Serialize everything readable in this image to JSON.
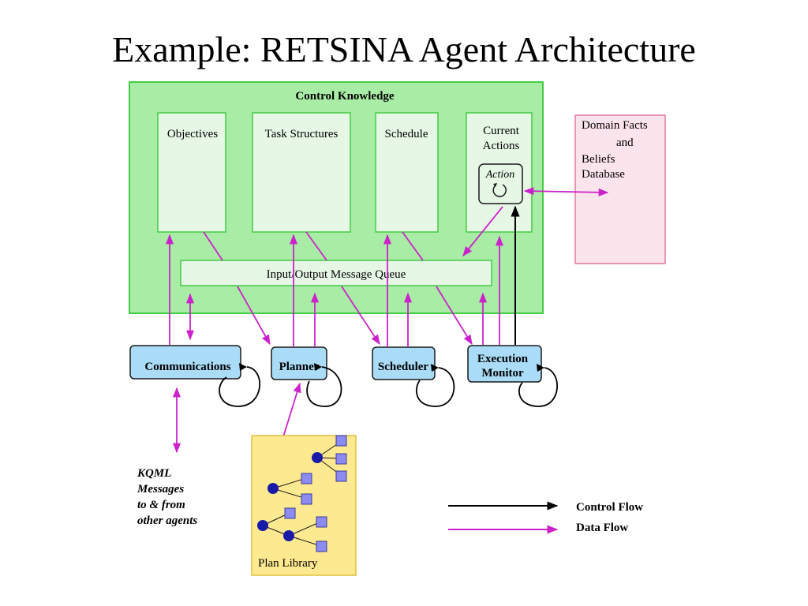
{
  "title": "Example: RETSINA Agent Architecture",
  "control_knowledge": {
    "label": "Control Knowledge",
    "panels": [
      {
        "id": "objectives",
        "label": "Objectives"
      },
      {
        "id": "task-structures",
        "label": "Task Structures"
      },
      {
        "id": "schedule",
        "label": "Schedule"
      },
      {
        "id": "current-actions",
        "label_lines": [
          "Current",
          "Actions"
        ]
      }
    ],
    "action_box": "Action",
    "queue_label": "Input/Output Message Queue"
  },
  "domain_db": {
    "lines": [
      "Domain Facts",
      "and",
      "Beliefs",
      "Database"
    ]
  },
  "modules": [
    {
      "id": "communications",
      "lines": [
        "Communications"
      ]
    },
    {
      "id": "planner",
      "lines": [
        "Planner"
      ]
    },
    {
      "id": "scheduler",
      "lines": [
        "Scheduler"
      ]
    },
    {
      "id": "execution-monitor",
      "lines": [
        "Execution",
        "Monitor"
      ]
    }
  ],
  "kqml_note": {
    "lines": [
      "KQML",
      "Messages",
      "to & from",
      "other agents"
    ]
  },
  "plan_library": {
    "label": "Plan Library"
  },
  "legend": {
    "control_flow": "Control Flow",
    "data_flow": "Data Flow"
  },
  "colors": {
    "control_knowledge_fill": "#a8eca5",
    "control_knowledge_border": "#44cc44",
    "panel_fill": "#e6f7e6",
    "module_fill": "#aadcf8",
    "module_border": "#1a1a1a",
    "domain_fill": "#fce4ec",
    "domain_border": "#e07aa0",
    "plan_fill": "#fde98f",
    "plan_border": "#e2c040",
    "data_flow": "#cc22cc",
    "control_flow": "#000000",
    "node_circle": "#1a1aa8",
    "node_square": "#8c8cf0"
  }
}
